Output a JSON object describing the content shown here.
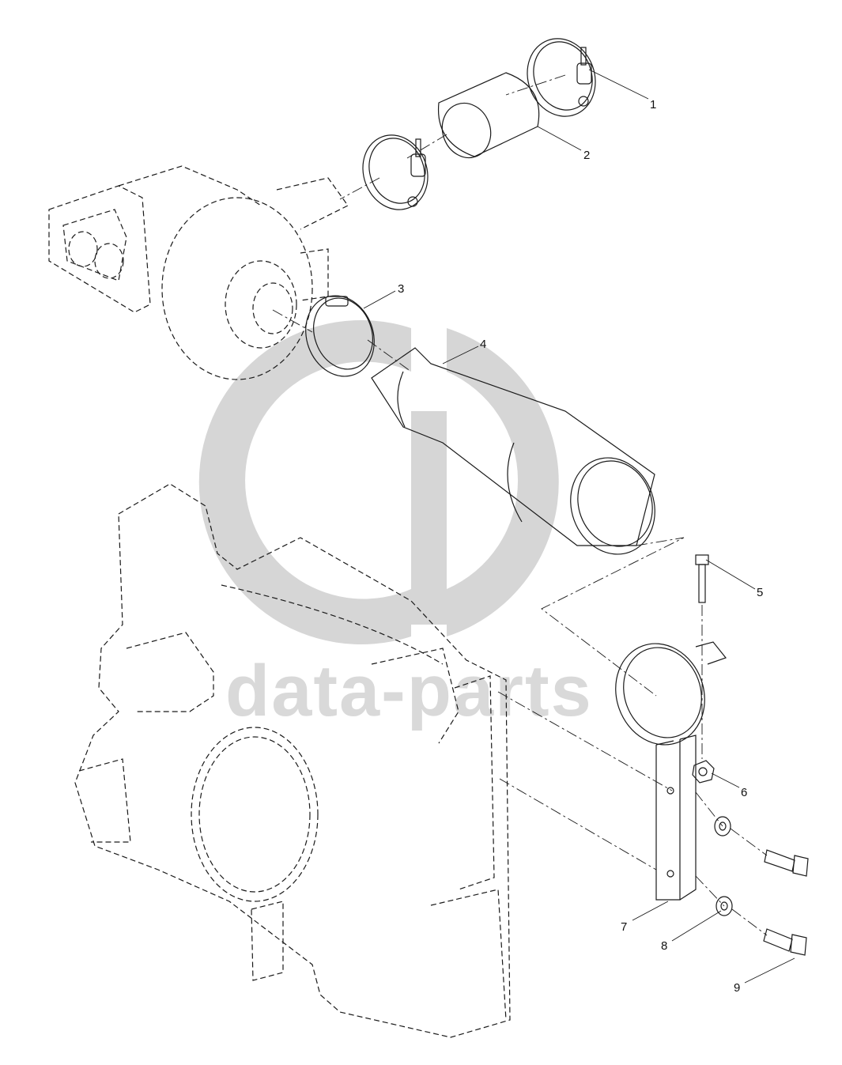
{
  "watermark": {
    "text": "data-parts",
    "color": "#d6d6d6"
  },
  "line_color": "#1a1a1a",
  "callouts": [
    {
      "id": "1",
      "label": "1"
    },
    {
      "id": "2",
      "label": "2"
    },
    {
      "id": "3",
      "label": "3"
    },
    {
      "id": "4",
      "label": "4"
    },
    {
      "id": "5",
      "label": "5"
    },
    {
      "id": "6",
      "label": "6"
    },
    {
      "id": "7",
      "label": "7"
    },
    {
      "id": "8",
      "label": "8"
    },
    {
      "id": "9",
      "label": "9"
    }
  ]
}
